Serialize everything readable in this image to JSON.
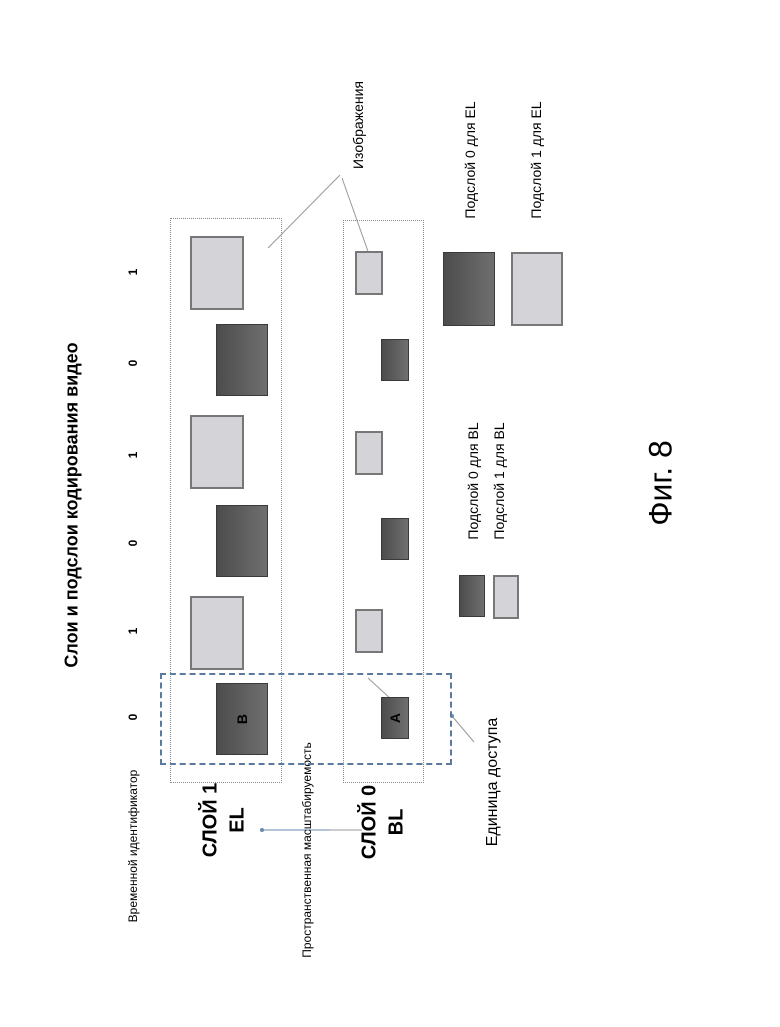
{
  "title": "Слои и подслои кодирования видео",
  "figure_label": "Фиг. 8",
  "temporal_id_label": "Временной идентификатор",
  "temporal_ids": [
    "0",
    "1",
    "0",
    "1",
    "0",
    "1"
  ],
  "layers": {
    "el": {
      "name": "СЛОЙ 1",
      "abbr": "EL"
    },
    "bl": {
      "name": "СЛОЙ 0",
      "abbr": "BL"
    }
  },
  "spatial_scalability_label": "Пространственная масштабируемость",
  "pictures_label": "Изображения",
  "access_unit_label": "Единица доступа",
  "picture_letters": {
    "el_first": "B",
    "bl_first": "A"
  },
  "legend": {
    "bl_sublayer0": "Подслой 0 для BL",
    "bl_sublayer1": "Подслой 1 для BL",
    "el_sublayer0": "Подслой 0 для EL",
    "el_sublayer1": "Подслой 1 для EL"
  },
  "colors": {
    "dark_picture": "#5a5a5a",
    "light_picture": "#d4d4d8",
    "access_unit_border": "#5a7aa0"
  }
}
